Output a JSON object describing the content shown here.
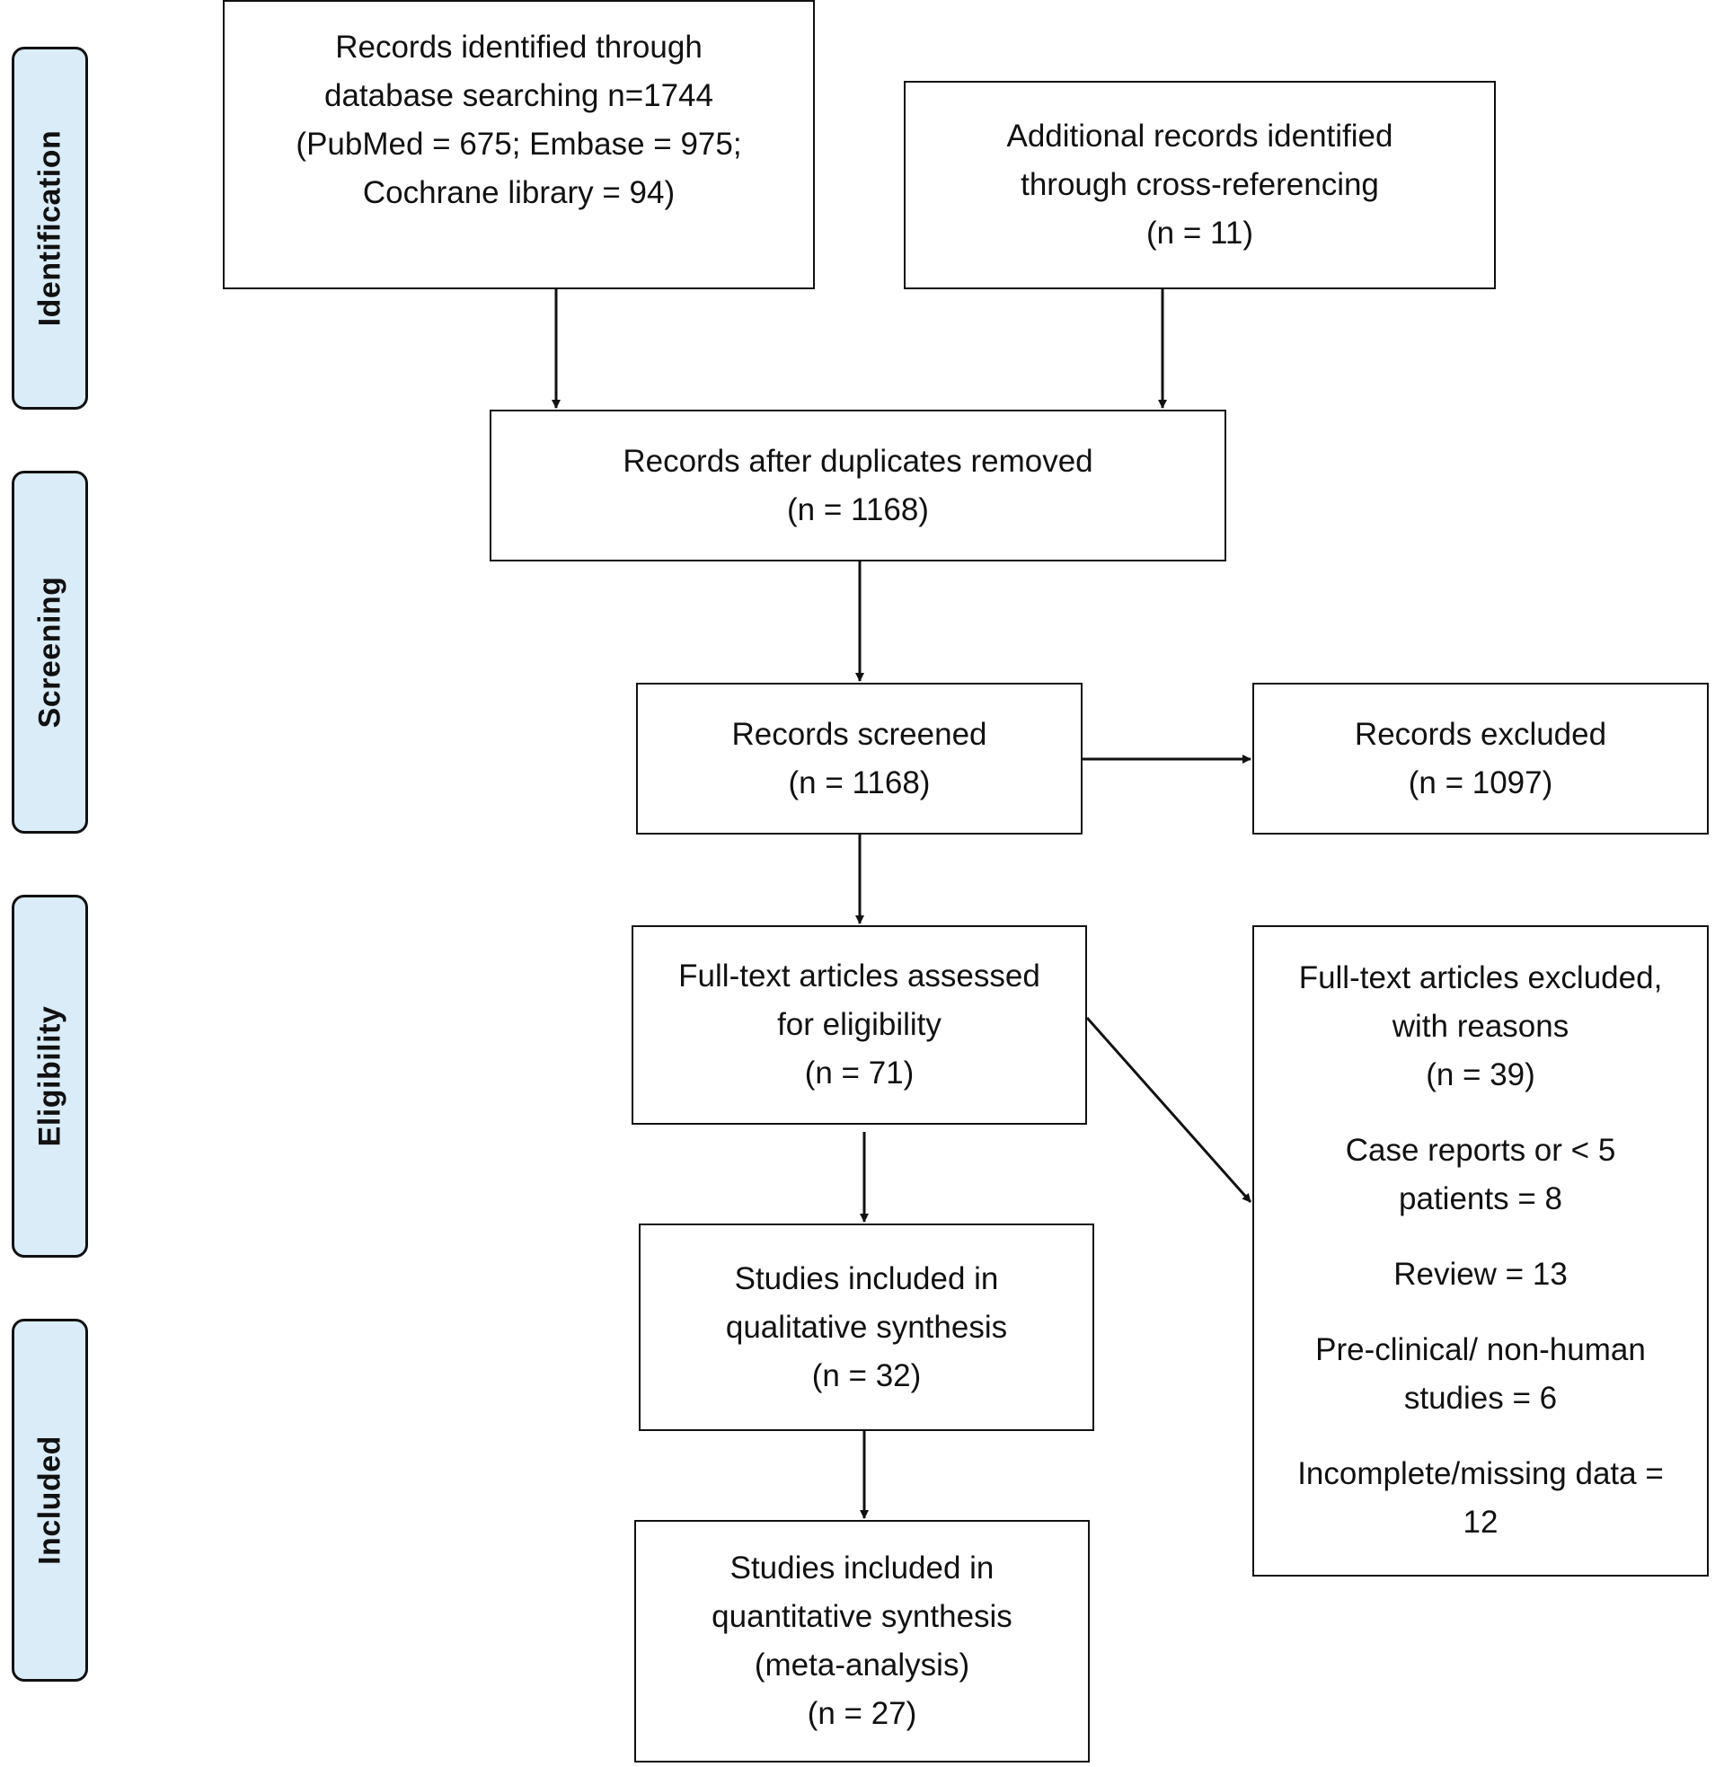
{
  "stages": {
    "identification": "Identification",
    "screening": "Screening",
    "eligibility": "Eligibility",
    "included": "Included"
  },
  "boxes": {
    "database_search": {
      "lines": [
        "Records identified through",
        "database searching n=1744",
        "(PubMed = 675; Embase = 975;",
        "Cochrane library = 94)"
      ]
    },
    "cross_reference": {
      "lines": [
        "Additional records identified",
        "through cross-referencing",
        "(n = 11)"
      ]
    },
    "after_duplicates": {
      "lines": [
        "Records after duplicates removed",
        "(n = 1168)"
      ]
    },
    "screened": {
      "lines": [
        "Records screened",
        "(n = 1168)"
      ]
    },
    "excluded": {
      "lines": [
        "Records excluded",
        "(n = 1097)"
      ]
    },
    "full_text_assessed": {
      "lines": [
        "Full-text articles assessed",
        "for eligibility",
        "(n = 71)"
      ]
    },
    "full_text_excluded": {
      "lines": [
        "Full-text articles excluded,",
        "with reasons",
        "(n = 39)"
      ],
      "reasons": [
        [
          "Case reports or < 5",
          "patients = 8"
        ],
        [
          "Review = 13"
        ],
        [
          "Pre-clinical/ non-human",
          "studies = 6"
        ],
        [
          "Incomplete/missing data =",
          "12"
        ]
      ]
    },
    "qualitative": {
      "lines": [
        "Studies included in",
        "qualitative synthesis",
        "(n = 32)"
      ]
    },
    "quantitative": {
      "lines": [
        "Studies included in",
        "quantitative synthesis",
        "(meta-analysis)",
        "(n = 27)"
      ]
    }
  }
}
